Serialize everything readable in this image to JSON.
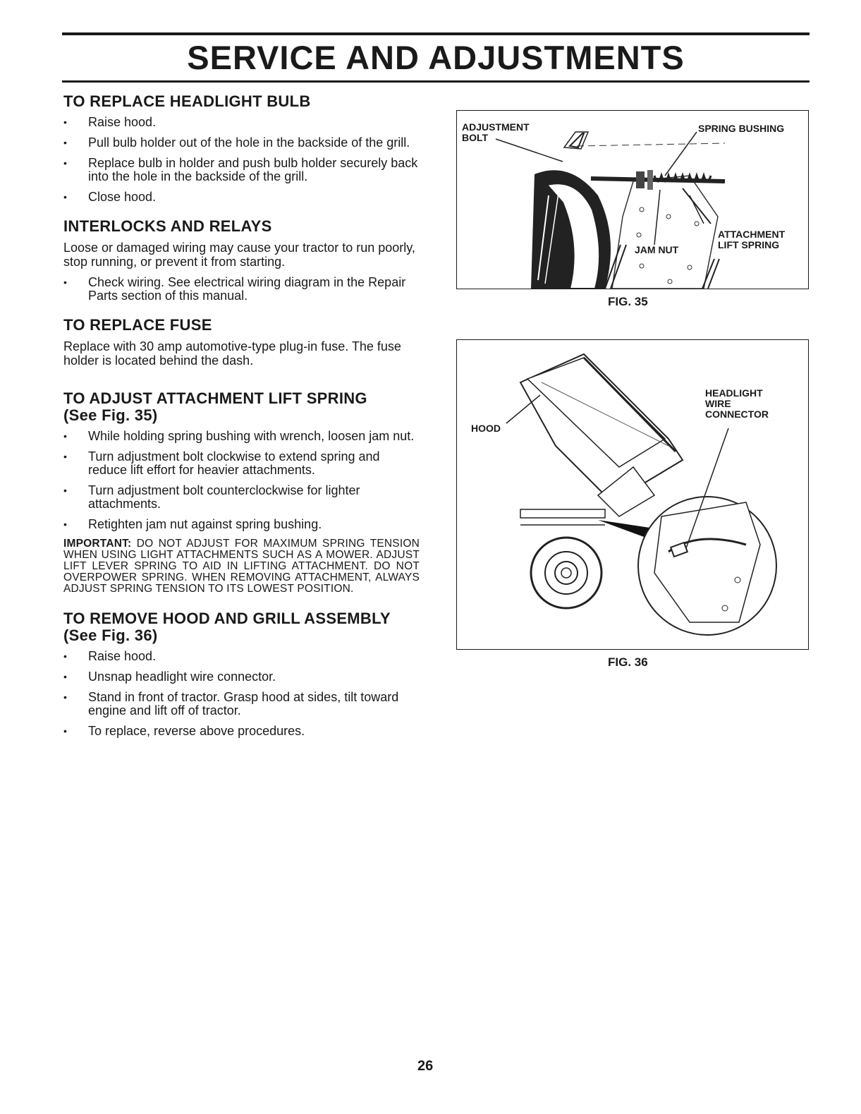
{
  "header": {
    "title": "SERVICE AND ADJUSTMENTS"
  },
  "sections": {
    "headlight": {
      "title": "TO REPLACE HEADLIGHT BULB",
      "bullets": [
        "Raise hood.",
        "Pull bulb holder out of the hole in the backside of the grill.",
        "Replace bulb in holder and push bulb holder securely back into the hole in the backside of the grill.",
        "Close hood."
      ]
    },
    "interlocks": {
      "title": "INTERLOCKS AND RELAYS",
      "para": "Loose or damaged wiring may cause your tractor to run poorly, stop running, or prevent it from starting.",
      "bullets": [
        "Check wiring. See electrical wiring diagram in the Repair Parts section of this manual."
      ]
    },
    "fuse": {
      "title": "TO REPLACE FUSE",
      "para": "Replace with 30 amp automotive-type plug-in fuse. The fuse holder is located behind the dash."
    },
    "lift_spring": {
      "title": "TO ADJUST ATTACHMENT LIFT SPRING",
      "subtitle": "(See Fig. 35)",
      "bullets": [
        "While holding spring bushing with wrench, loosen jam nut.",
        "Turn adjustment bolt clockwise to extend spring and reduce lift effort for heavier attachments.",
        "Turn adjustment bolt counterclockwise for lighter attachments.",
        "Retighten jam nut against spring bushing."
      ],
      "important_label": "IMPORTANT:",
      "important_text": "DO NOT ADJUST FOR MAXIMUM SPRING TENSION WHEN USING LIGHT ATTACHMENTS SUCH AS A MOWER. ADJUST LIFT LEVER SPRING TO AID IN LIFTING ATTACHMENT. DO NOT OVERPOWER SPRING. WHEN REMOVING ATTACHMENT, ALWAYS ADJUST SPRING TENSION TO ITS LOWEST POSITION."
    },
    "hood": {
      "title": "TO REMOVE HOOD AND GRILL ASSEMBLY",
      "subtitle": "(See Fig. 36)",
      "bullets": [
        "Raise hood.",
        "Unsnap headlight wire connector.",
        "Stand in front of tractor. Grasp hood at sides, tilt toward engine and lift off of tractor.",
        "To replace, reverse above procedures."
      ]
    }
  },
  "figures": {
    "fig35": {
      "caption": "FIG. 35",
      "labels": {
        "adjustment_bolt_1": "ADJUSTMENT",
        "adjustment_bolt_2": "BOLT",
        "spring_bushing": "SPRING BUSHING",
        "attachment_lift_spring_1": "ATTACHMENT",
        "attachment_lift_spring_2": "LIFT SPRING",
        "jam_nut": "JAM NUT"
      }
    },
    "fig36": {
      "caption": "FIG. 36",
      "labels": {
        "hood": "HOOD",
        "headlight_1": "HEADLIGHT",
        "headlight_2": "WIRE",
        "headlight_3": "CONNECTOR"
      }
    }
  },
  "footer": {
    "page_number": "26"
  }
}
